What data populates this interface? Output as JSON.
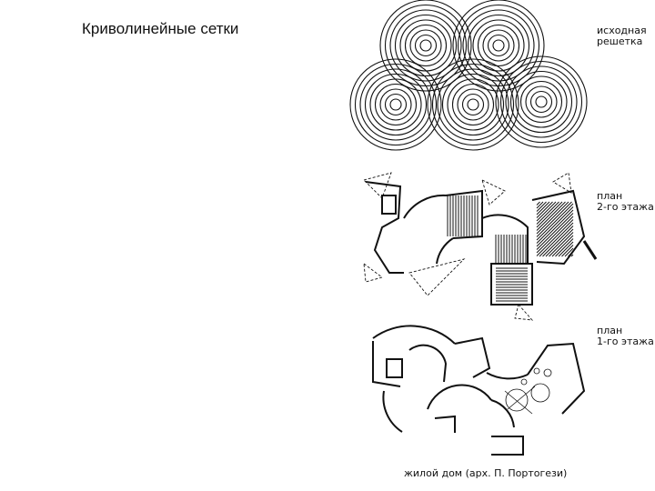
{
  "slide": {
    "title": "Криволинейные сетки"
  },
  "figure": {
    "grid_caption": [
      "исходная",
      "решетка"
    ],
    "plan2_caption": [
      "план",
      "2-го этажа"
    ],
    "plan1_caption": [
      "план",
      "1-го этажа"
    ],
    "footer": "жилой дом (арх. П. Портогези)"
  },
  "colors": {
    "ink": "#111111",
    "paper": "#ffffff"
  }
}
